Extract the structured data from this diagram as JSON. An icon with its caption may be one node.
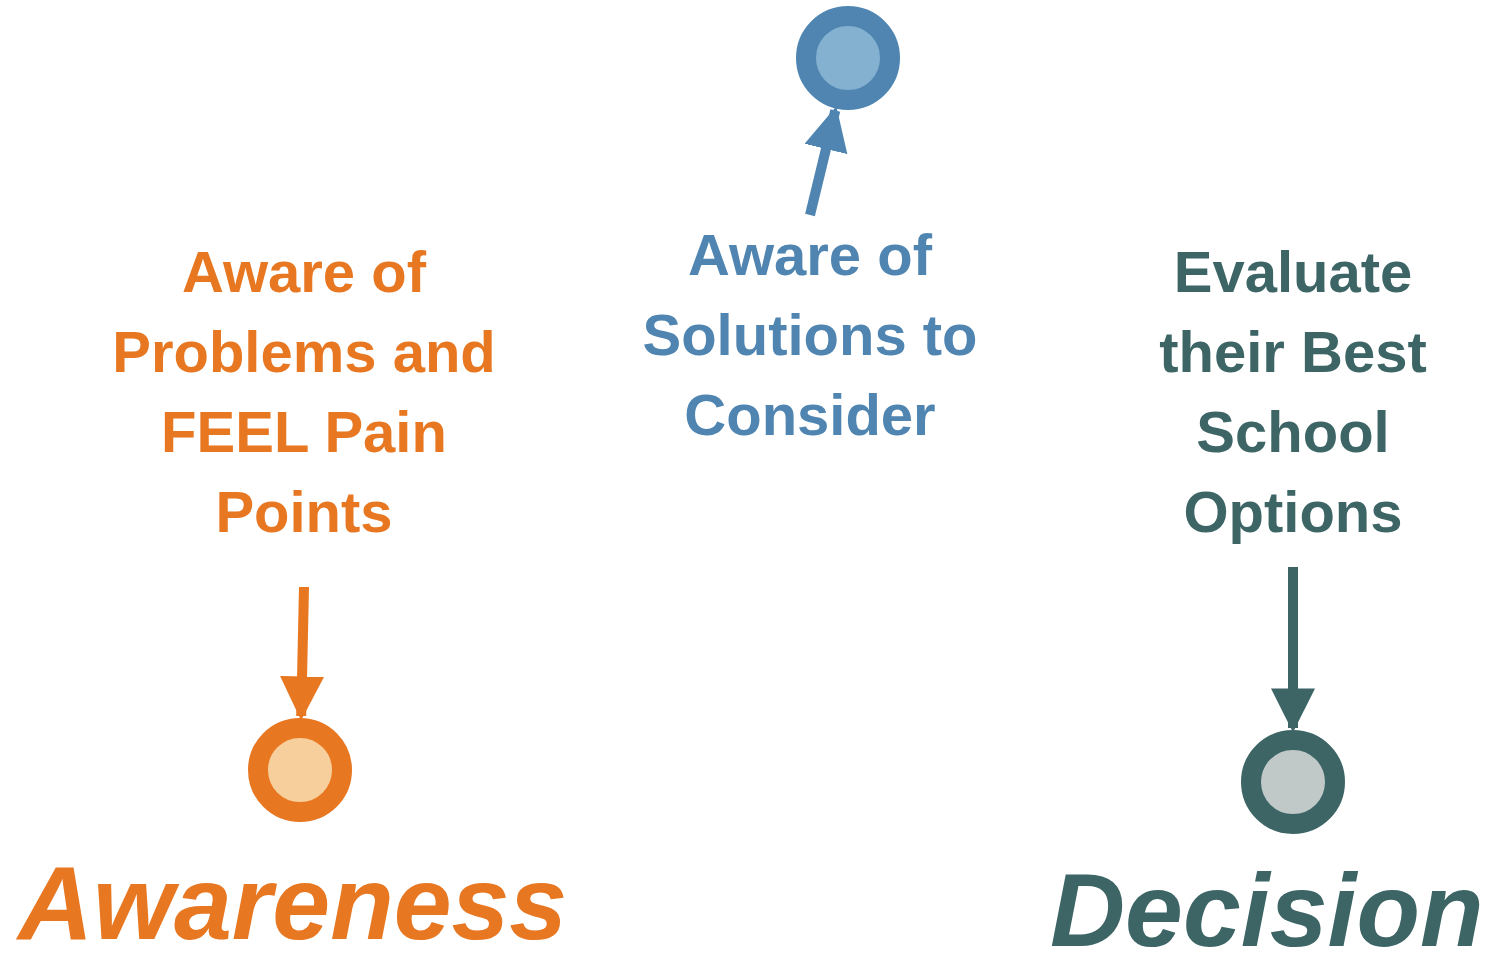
{
  "diagram": {
    "nodes": [
      {
        "text": [
          "Aware of Problems and FEEL Pain Points"
        ]
      },
      {
        "text": [],
        "shape": "circle"
      },
      {
        "text": [
          "Aware of Solutions to Consider"
        ]
      },
      {
        "text": [],
        "shape": "circle"
      },
      {
        "text": [
          "Evaluate their Best School Options"
        ]
      },
      {
        "text": [],
        "shape": "circle"
      }
    ],
    "edges": [
      {
        "from": 0,
        "to": 1,
        "arrow": "to",
        "color": "#e87722"
      },
      {
        "from": 2,
        "to": 3,
        "arrow": "to",
        "color": "#4f85b0"
      },
      {
        "from": 4,
        "to": 5,
        "arrow": "to",
        "color": "#3d6566"
      }
    ],
    "labels": [
      "Awareness",
      "Decision"
    ]
  }
}
